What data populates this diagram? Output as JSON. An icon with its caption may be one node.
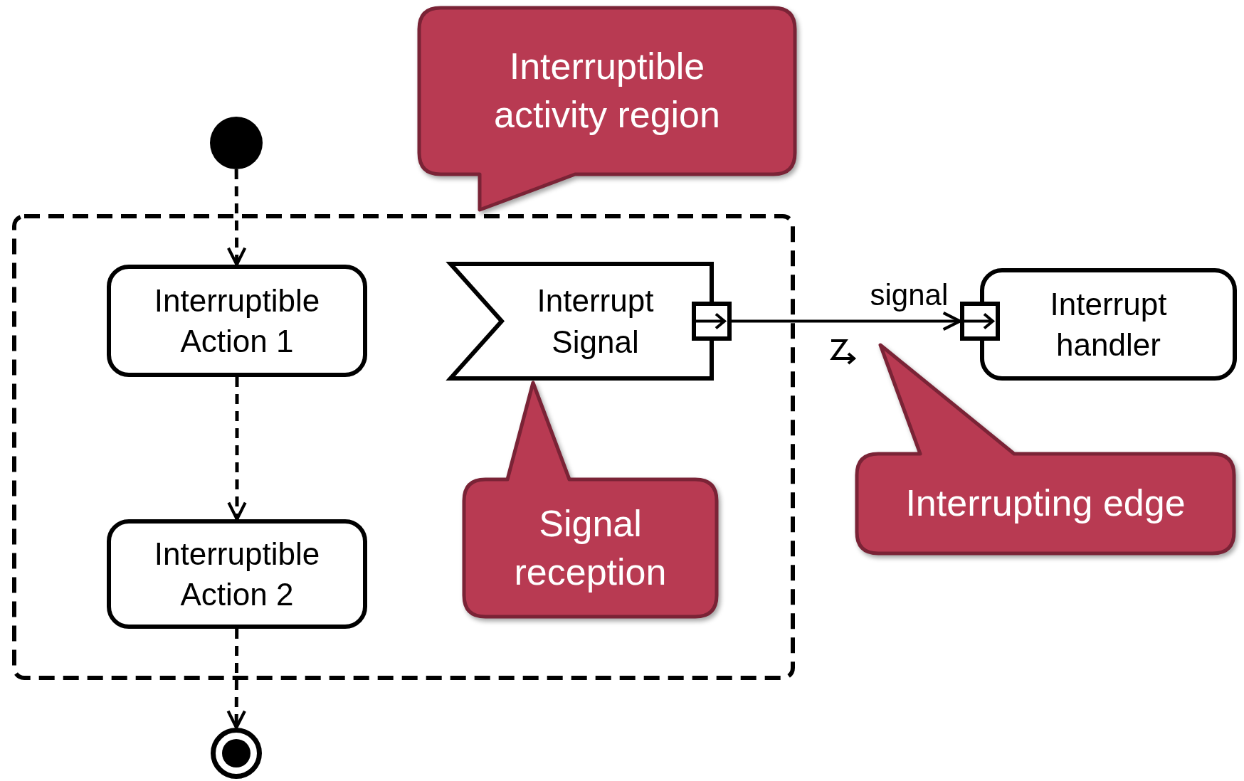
{
  "diagram": {
    "nodes": [
      {
        "text": [],
        "shape": "box"
      },
      {
        "text": [],
        "shape": "circle"
      },
      {
        "text": [
          "Interruptible Action 1"
        ],
        "in": 0
      },
      {
        "text": [
          "Interruptible Action 2"
        ],
        "in": 0
      },
      {
        "text": [],
        "shape": "circle"
      },
      {
        "text": [
          "Interrupt Signal"
        ],
        "in": 0
      },
      {
        "text": [],
        "shape": "box",
        "in": 0
      },
      {
        "text": [
          "Interrupt handler"
        ]
      },
      {
        "text": [],
        "shape": "box"
      },
      {
        "text": [
          "Interruptible activity region"
        ]
      },
      {
        "text": [
          "Signal reception"
        ],
        "in": 0
      },
      {
        "text": [
          "Interrupting edge"
        ]
      }
    ],
    "edges": [
      {
        "from": 1,
        "to": 2,
        "arrow": "to",
        "style": "dashed"
      },
      {
        "from": 2,
        "to": 3,
        "arrow": "to",
        "style": "dashed"
      },
      {
        "from": 3,
        "to": 4,
        "arrow": "to",
        "style": "dashed"
      },
      {
        "from": 6,
        "to": 8,
        "arrow": "to",
        "label": "signal"
      }
    ]
  }
}
